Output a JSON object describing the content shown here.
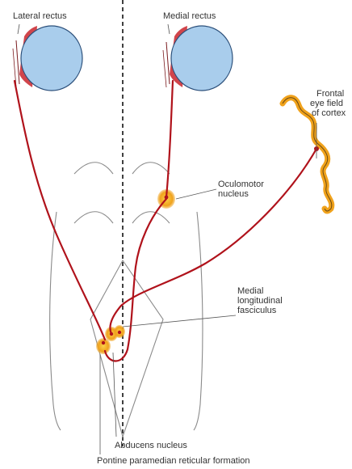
{
  "labels": {
    "lateral_rectus": "Lateral rectus",
    "medial_rectus": "Medial rectus",
    "frontal_line1": "Frontal",
    "frontal_line2": "eye field",
    "frontal_line3": "of cortex",
    "oculomotor_line1": "Oculomotor",
    "oculomotor_line2": "nucleus",
    "mlf_line1": "Medial",
    "mlf_line2": "longitudinal",
    "mlf_line3": "fasciculus",
    "abducens": "Abducens nucleus",
    "pprf": "Pontine paramedian reticular formation"
  },
  "colors": {
    "eyeball": "#a9cdec",
    "eyeball_outline": "#2b4f7a",
    "pathway": "#b0121b",
    "nucleus_glow": "#f0a21c",
    "brainstem_outline": "#8a8a8a",
    "label_text": "#333333",
    "leader_line": "#555555"
  }
}
